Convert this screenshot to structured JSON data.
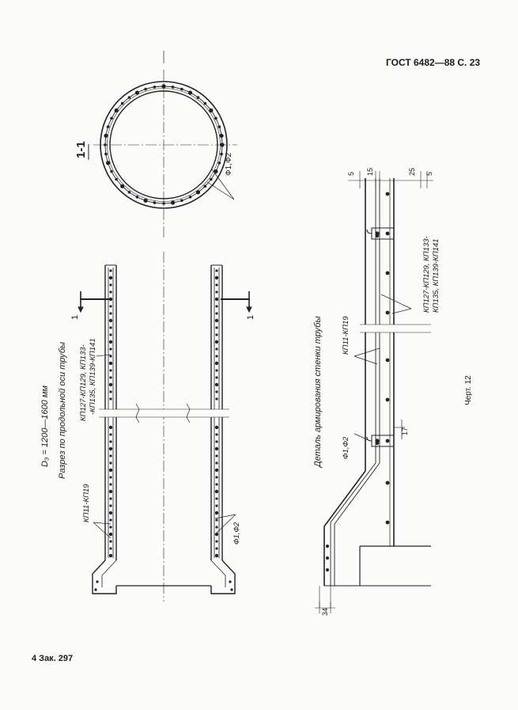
{
  "header": {
    "title": "ГОСТ 6482—88 С. 23"
  },
  "footer": {
    "text": "4 Зак. 297"
  },
  "section_1": {
    "label": "1-1",
    "bar_label": "Ф1,Ф2"
  },
  "longitudinal": {
    "diameter": "D₃ = 1200—1600 мм",
    "title": "Разрез по продольной оси трубы",
    "label_kp_upper1": "КП127-КП129, КП133-",
    "label_kp_upper2": "-КП135, КП139-КП141",
    "label_kp_lower": "КП11-КП19",
    "label_f": "Ф1,Ф2",
    "cut_mark": "1"
  },
  "detail": {
    "title": "Деталь армирования стенки трубы",
    "label_kp_upper1": "КП127-КП129, КП133-",
    "label_kp_upper2": "КП135, КП139-КП141",
    "label_kp_lower": "КП11-КП19",
    "label_f": "Ф1,Ф2",
    "dim_5a": "5",
    "dim_15": "15",
    "dim_25": "25",
    "dim_5b": "5",
    "dim_17": "17",
    "dim_34": "34"
  },
  "figure_caption": "Черт. 12"
}
